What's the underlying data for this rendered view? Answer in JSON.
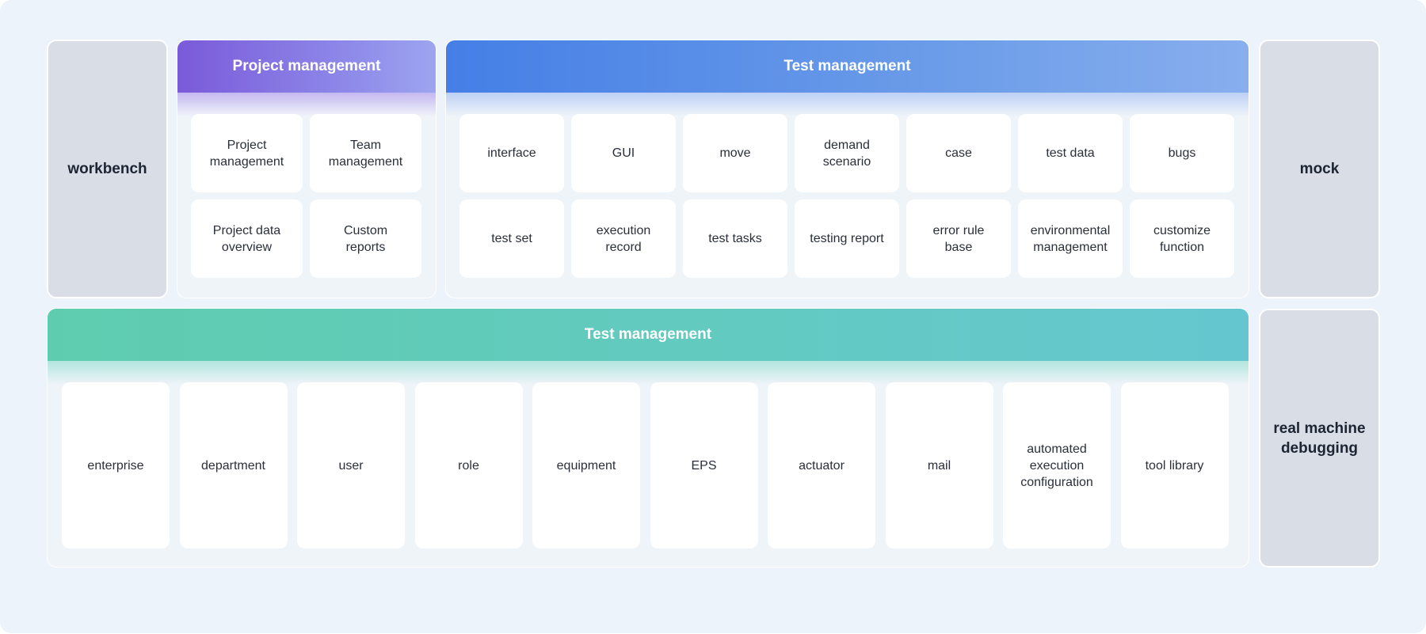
{
  "side": {
    "workbench": "workbench",
    "mock": "mock",
    "real_machine": "real machine debugging"
  },
  "project_management": {
    "title": "Project management",
    "items": [
      "Project management",
      "Team management",
      "Project data overview",
      "Custom reports"
    ]
  },
  "test_management": {
    "title": "Test management",
    "items": [
      "interface",
      "GUI",
      "move",
      "demand scenario",
      "case",
      "test data",
      "bugs",
      "test set",
      "execution record",
      "test tasks",
      "testing report",
      "error rule base",
      "environmental management",
      "customize function"
    ]
  },
  "system_management": {
    "title": "Test management",
    "items": [
      "enterprise",
      "department",
      "user",
      "role",
      "equipment",
      "EPS",
      "actuator",
      "mail",
      "automated execution configuration",
      "tool library"
    ]
  }
}
